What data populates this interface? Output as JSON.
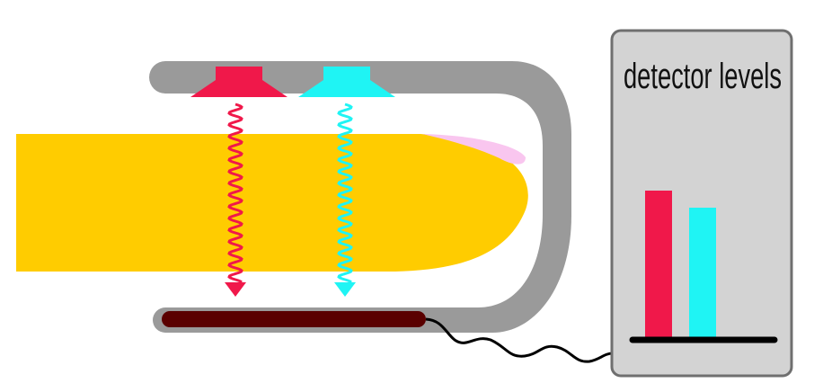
{
  "diagram": {
    "panel_title": "detector levels"
  },
  "colors": {
    "clip": "#9a9a9a",
    "finger": "#ffcc00",
    "nail": "#f9c6ef",
    "led_red": "#f0184a",
    "led_cyan": "#1ff4f4",
    "detector": "#5a0000",
    "cable": "#000000",
    "panel_fill": "#d3d3d3",
    "panel_border": "#6f6f6f",
    "baseline": "#000000"
  },
  "detector_levels": {
    "bars": [
      {
        "color": "red",
        "level": 0.86
      },
      {
        "color": "cyan",
        "level": 0.76
      }
    ]
  }
}
